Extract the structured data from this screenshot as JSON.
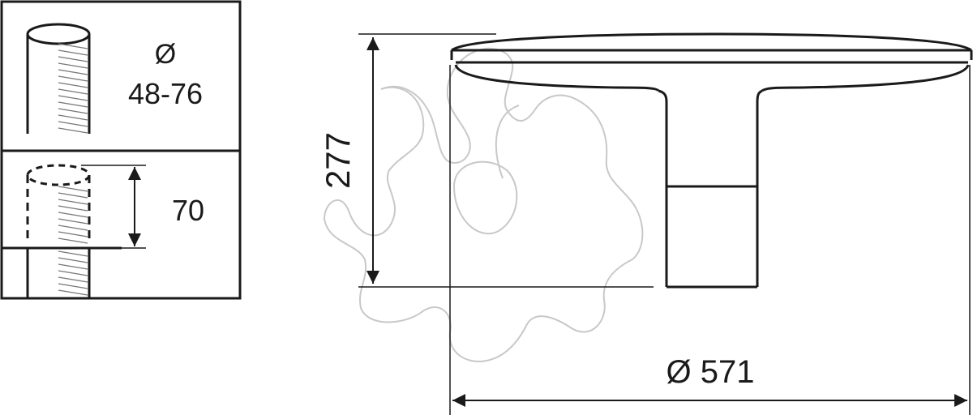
{
  "pole_panel": {
    "diameter_symbol": "Ø",
    "diameter_range": "48-76",
    "insertion_depth": "70"
  },
  "luminaire": {
    "height": "277",
    "diameter": "Ø 571"
  },
  "watermark": {
    "description": "light grey outline of a cloud-like logo",
    "color": "#c8c8c8"
  }
}
